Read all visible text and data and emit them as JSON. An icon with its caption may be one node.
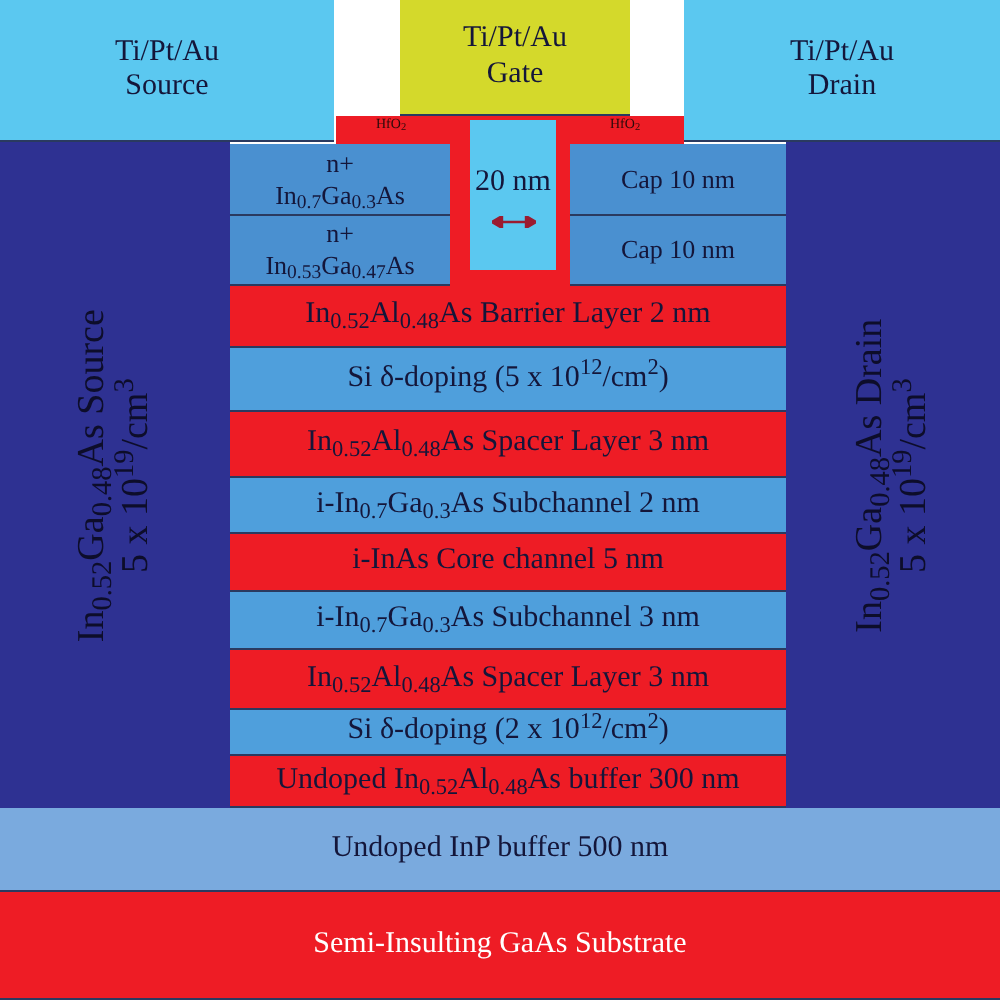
{
  "diagram": {
    "nodes": [
      {
        "text": [
          "Ti/Pt/Au",
          "Source"
        ]
      },
      {
        "text": [
          "Ti/Pt/Au",
          "Gate"
        ]
      },
      {
        "text": [
          "Ti/Pt/Au",
          "Drain"
        ]
      },
      {
        "text": [
          "HfO$_{2}$",
          "HfO$_{2}$"
        ]
      },
      {
        "text": [
          "20 nm"
        ],
        "in": 3
      },
      {
        "text": [
          "n+",
          "In$_{0.7}$Ga$_{0.3}$As"
        ]
      },
      {
        "text": [
          "Cap 10 nm"
        ]
      },
      {
        "text": [
          "n+",
          "In$_{0.53}$Ga$_{0.47}$As"
        ]
      },
      {
        "text": [
          "Cap 10 nm"
        ]
      },
      {
        "text": [
          "In$_{0.52}$Ga$_{0.48}$As Source",
          "5 x 10$^{19}$/cm$^{3}$"
        ]
      },
      {
        "text": [
          "In$_{0.52}$Ga$_{0.48}$As Drain",
          "5 x 10$^{19}$/cm$^{3}$"
        ]
      },
      {
        "text": [
          "In$_{0.52}$Al$_{0.48}$As Barrier Layer 2 nm"
        ]
      },
      {
        "text": [
          "Si δ-doping (5 x 10$^{12}$/cm$^{2}$)"
        ]
      },
      {
        "text": [
          "In$_{0.52}$Al$_{0.48}$As Spacer Layer 3 nm"
        ]
      },
      {
        "text": [
          "i-In$_{0.7}$Ga$_{0.3}$As Subchannel 2 nm"
        ]
      },
      {
        "text": [
          "i-InAs Core channel 5 nm"
        ]
      },
      {
        "text": [
          "i-In$_{0.7}$Ga$_{0.3}$As Subchannel 3 nm"
        ]
      },
      {
        "text": [
          "In$_{0.52}$Al$_{0.48}$As Spacer Layer 3 nm"
        ]
      },
      {
        "text": [
          "Si δ-doping (2 x 10$^{12}$/cm$^{2}$)"
        ]
      },
      {
        "text": [
          "Undoped In$_{0.52}$Al$_{0.48}$As buffer 300 nm"
        ]
      },
      {
        "text": [
          "Undoped InP buffer 500 nm"
        ]
      },
      {
        "text": [
          "Semi-Insulting GaAs Substrate"
        ]
      }
    ]
  }
}
